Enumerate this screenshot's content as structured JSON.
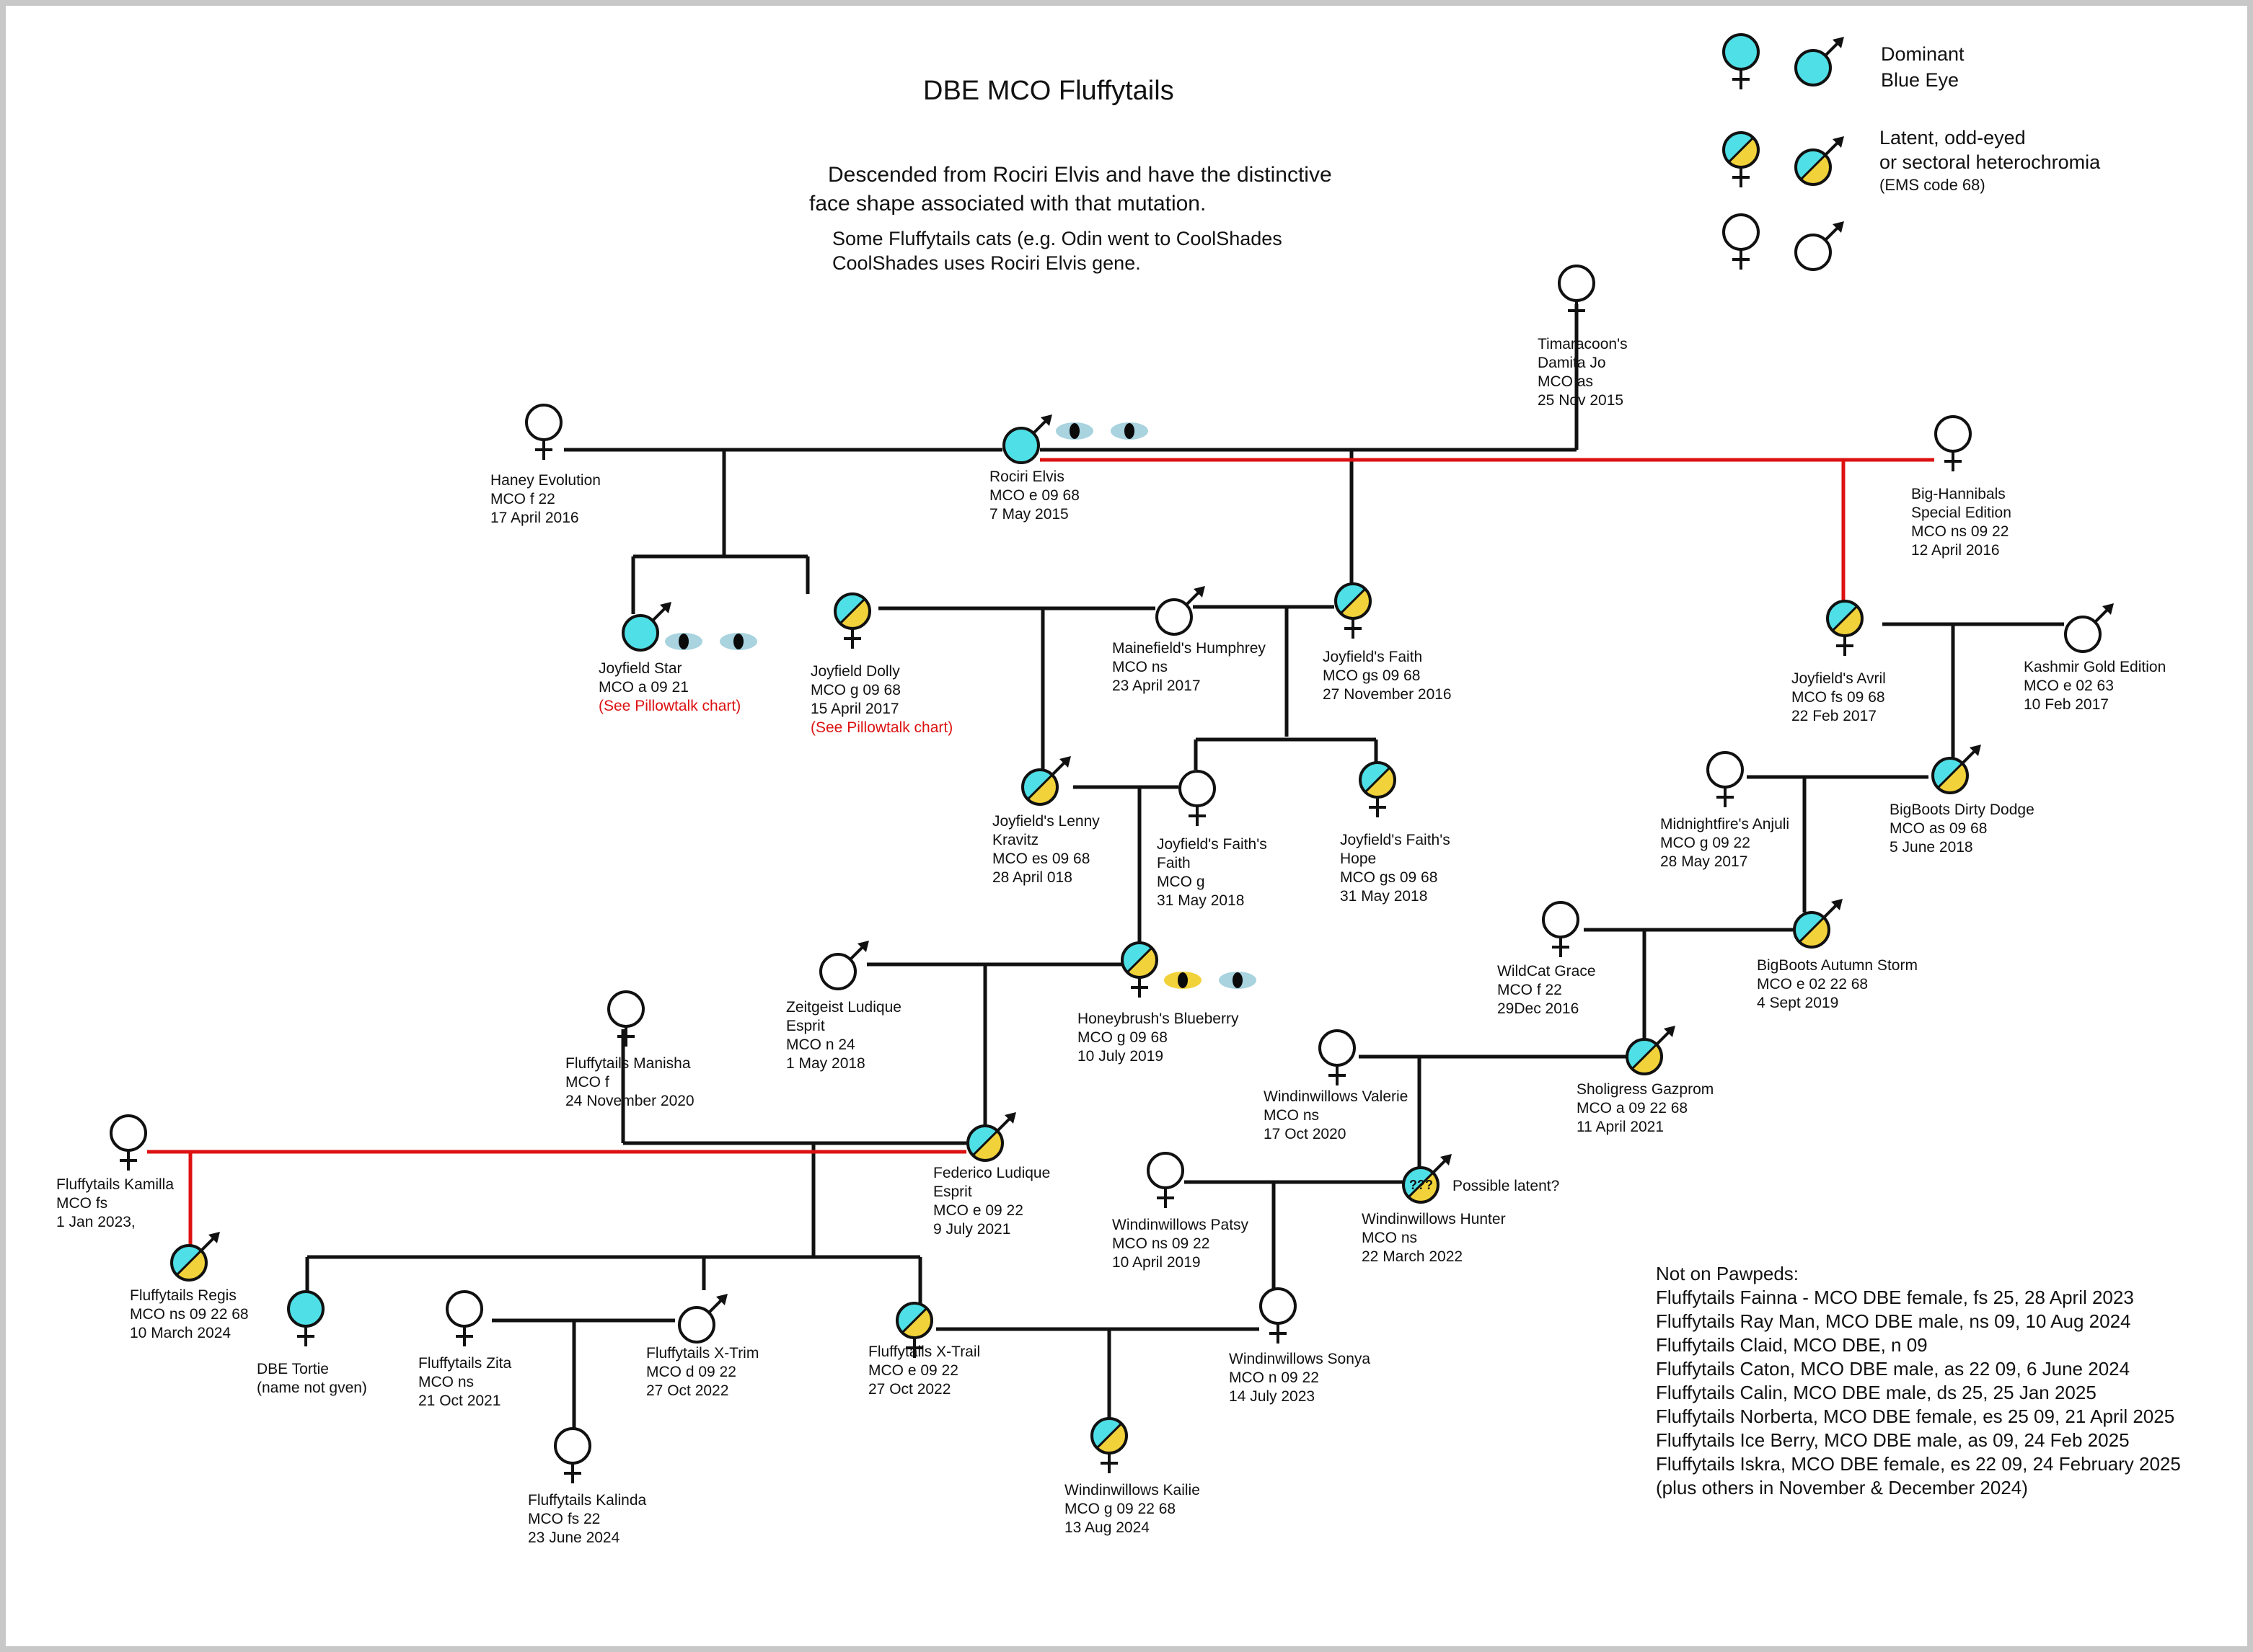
{
  "title": "DBE MCO Fluffytails",
  "description": {
    "line1": "Descended from Rociri Elvis and have the distinctive",
    "line2": "face shape associated with that mutation.",
    "line3": "Some Fluffytails cats (e.g. Odin went to CoolShades",
    "line4": "CoolShades uses Rociri Elvis gene."
  },
  "legend": {
    "dominant": {
      "line1": "Dominant",
      "line2": "Blue Eye"
    },
    "latent": {
      "line1": "Latent, odd-eyed",
      "line2": "or sectoral heterochromia",
      "line3": "(EMS code 68)"
    }
  },
  "colors": {
    "blue": "#4fdfe6",
    "yellow": "#f2d23a",
    "line": "#111111",
    "red": "#dd1111",
    "eyeBlue": "#a8d3df",
    "eyePupil": "#0a0a0a"
  },
  "nodes": [
    {
      "id": "timaracoon",
      "sex": "female",
      "type": "none",
      "lines": [
        "Timaracoon's",
        "Damita Jo",
        "MCO as",
        "25 Nov 2015"
      ]
    },
    {
      "id": "haney",
      "sex": "female",
      "type": "none",
      "lines": [
        "Haney Evolution",
        "MCO f 22",
        "17 April 2016"
      ]
    },
    {
      "id": "elvis",
      "sex": "male",
      "type": "dominant",
      "lines": [
        "Rociri Elvis",
        "MCO e 09 68",
        "7 May 2015"
      ]
    },
    {
      "id": "hannibal",
      "sex": "female",
      "type": "none",
      "lines": [
        "Big-Hannibals",
        "Special Edition",
        "MCO ns 09 22",
        "12 April 2016"
      ]
    },
    {
      "id": "star",
      "sex": "male",
      "type": "dominant",
      "lines": [
        "Joyfield Star",
        "MCO a 09 21"
      ],
      "note": "(See Pillowtalk chart)"
    },
    {
      "id": "dolly",
      "sex": "female",
      "type": "latent",
      "lines": [
        "Joyfield Dolly",
        "MCO g 09 68",
        "15 April 2017"
      ],
      "note": "(See Pillowtalk chart)"
    },
    {
      "id": "humphrey",
      "sex": "male",
      "type": "none",
      "lines": [
        "Mainefield's Humphrey",
        "MCO ns",
        "23 April 2017"
      ]
    },
    {
      "id": "faith",
      "sex": "female",
      "type": "latent",
      "lines": [
        "Joyfield's Faith",
        "MCO gs 09 68",
        "27 November 2016"
      ]
    },
    {
      "id": "avril",
      "sex": "female",
      "type": "latent",
      "lines": [
        "Joyfield's Avril",
        "MCO fs 09 68",
        "22 Feb 2017"
      ]
    },
    {
      "id": "kashmir",
      "sex": "male",
      "type": "none",
      "lines": [
        "Kashmir Gold Edition",
        "MCO e 02 63",
        "10 Feb 2017"
      ]
    },
    {
      "id": "lenny",
      "sex": "male",
      "type": "latent",
      "lines": [
        "Joyfield's Lenny",
        "Kravitz",
        "MCO es 09 68",
        "28 April 018"
      ]
    },
    {
      "id": "faithsfaith",
      "sex": "female",
      "type": "none",
      "lines": [
        "Joyfield's Faith's",
        "Faith",
        "MCO g",
        "31 May 2018"
      ]
    },
    {
      "id": "hope",
      "sex": "female",
      "type": "latent",
      "lines": [
        "Joyfield's Faith's",
        "Hope",
        "MCO gs 09 68",
        "31 May 2018"
      ]
    },
    {
      "id": "anjuli",
      "sex": "female",
      "type": "none",
      "lines": [
        "Midnightfire's Anjuli",
        "MCO g 09 22",
        "28 May 2017"
      ]
    },
    {
      "id": "dodge",
      "sex": "male",
      "type": "latent",
      "lines": [
        "BigBoots Dirty Dodge",
        "MCO as 09 68",
        "5 June 2018"
      ]
    },
    {
      "id": "zeitgeist",
      "sex": "male",
      "type": "none",
      "lines": [
        "Zeitgeist Ludique",
        "Esprit",
        "MCO n 24",
        "1 May 2018"
      ]
    },
    {
      "id": "blueberry",
      "sex": "female",
      "type": "latent",
      "lines": [
        "Honeybrush's Blueberry",
        "MCO g 09 68",
        "10 July 2019"
      ]
    },
    {
      "id": "wildcat",
      "sex": "female",
      "type": "none",
      "lines": [
        "WildCat Grace",
        "MCO f 22",
        "29Dec 2016"
      ]
    },
    {
      "id": "autumn",
      "sex": "male",
      "type": "latent",
      "lines": [
        "BigBoots Autumn Storm",
        "MCO e 02 22 68",
        "4 Sept 2019"
      ]
    },
    {
      "id": "manisha",
      "sex": "female",
      "type": "none",
      "lines": [
        "Fluffytails Manisha",
        "MCO f",
        "24 November 2020"
      ]
    },
    {
      "id": "valerie",
      "sex": "female",
      "type": "none",
      "lines": [
        "Windinwillows Valerie",
        "MCO ns",
        "17 Oct 2020"
      ]
    },
    {
      "id": "gazprom",
      "sex": "male",
      "type": "latent",
      "lines": [
        "Sholigress Gazprom",
        "MCO a 09 22 68",
        "11 April 2021"
      ]
    },
    {
      "id": "kamilla",
      "sex": "female",
      "type": "none",
      "lines": [
        "Fluffytails Kamilla",
        "MCO fs",
        "1 Jan 2023,"
      ]
    },
    {
      "id": "federico",
      "sex": "male",
      "type": "latent",
      "lines": [
        "Federico Ludique",
        "Esprit",
        "MCO e 09 22",
        "9 July 2021"
      ]
    },
    {
      "id": "patsy",
      "sex": "female",
      "type": "none",
      "lines": [
        "Windinwillows Patsy",
        "MCO ns 09 22",
        "10 April 2019"
      ]
    },
    {
      "id": "hunter",
      "sex": "male",
      "type": "latent",
      "lines": [
        "Windinwillows Hunter",
        "MCO ns",
        "22 March 2022"
      ],
      "note": "Possible latent?",
      "mark": "???"
    },
    {
      "id": "regis",
      "sex": "male",
      "type": "latent",
      "lines": [
        "Fluffytails Regis",
        "MCO ns 09 22 68",
        "10 March 2024"
      ]
    },
    {
      "id": "tortie",
      "sex": "female",
      "type": "dominant",
      "lines": [
        "DBE Tortie",
        "(name not gven)"
      ]
    },
    {
      "id": "zita",
      "sex": "female",
      "type": "none",
      "lines": [
        "Fluffytails Zita",
        "MCO ns",
        "21 Oct 2021"
      ]
    },
    {
      "id": "xtrim",
      "sex": "male",
      "type": "none",
      "lines": [
        "Fluffytails X-Trim",
        "MCO d 09 22",
        "27 Oct 2022"
      ]
    },
    {
      "id": "xtrail",
      "sex": "female",
      "type": "latent",
      "lines": [
        "Fluffytails X-Trail",
        "MCO e 09 22",
        "27 Oct 2022"
      ]
    },
    {
      "id": "sonya",
      "sex": "female",
      "type": "none",
      "lines": [
        "Windinwillows Sonya",
        "MCO n 09 22",
        "14 July 2023"
      ]
    },
    {
      "id": "kalinda",
      "sex": "female",
      "type": "none",
      "lines": [
        "Fluffytails Kalinda",
        "MCO fs 22",
        "23 June 2024"
      ]
    },
    {
      "id": "kailie",
      "sex": "female",
      "type": "latent",
      "lines": [
        "Windinwillows Kailie",
        "MCO g 09 22 68",
        "13 Aug 2024"
      ]
    }
  ],
  "notOnPawpeds": {
    "heading": "Not on Pawpeds:",
    "items": [
      "Fluffytails Fainna - MCO DBE  female, fs 25, 28 April 2023",
      "Fluffytails Ray Man, MCO DBE male, ns 09, 10 Aug 2024",
      "Fluffytails Claid, MCO DBE, n 09",
      "Fluffytails Caton, MCO DBE male, as 22 09, 6 June 2024",
      "Fluffytails Calin, MCO DBE male, ds 25, 25 Jan 2025",
      "Fluffytails Norberta, MCO DBE female, es 25 09, 21 April 2025",
      "Fluffytails Ice Berry, MCO DBE male, as 09, 24 Feb 2025",
      "Fluffytails Iskra, MCO DBE female, es 22 09, 24 February 2025",
      "(plus others in November & December 2024)"
    ]
  }
}
